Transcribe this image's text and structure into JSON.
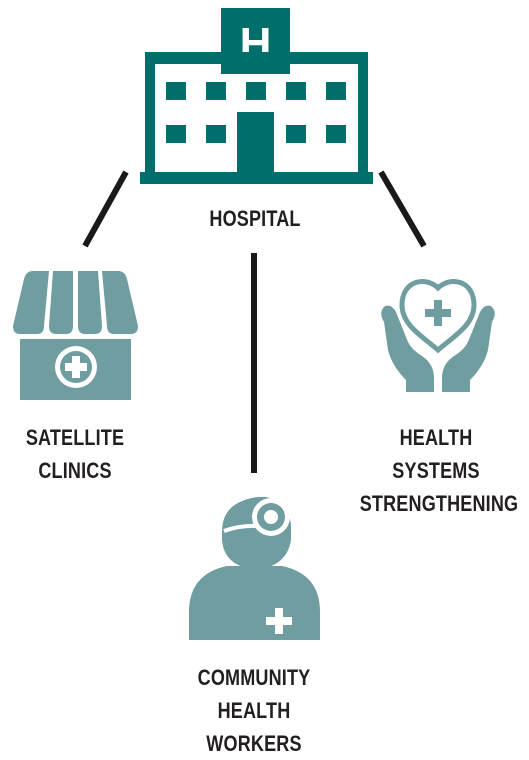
{
  "diagram": {
    "colors": {
      "hospital": "#006e6a",
      "icons": "#6f9da0",
      "connector": "#1a1a1a",
      "text": "#231f20"
    },
    "nodes": {
      "hospital": {
        "icon": "hospital-building-icon",
        "sign_letter": "H",
        "label_lines": [
          "HOSPITAL"
        ]
      },
      "satellite_clinics": {
        "icon": "clinic-storefront-icon",
        "label_lines": [
          "SATELLITE",
          "CLINICS"
        ]
      },
      "community_health_workers": {
        "icon": "health-worker-icon",
        "label_lines": [
          "COMMUNITY",
          "HEALTH",
          "WORKERS"
        ]
      },
      "health_systems_strengthening": {
        "icon": "hands-heart-icon",
        "label_lines": [
          "HEALTH",
          "SYSTEMS",
          "STRENGTHENING"
        ]
      }
    }
  }
}
